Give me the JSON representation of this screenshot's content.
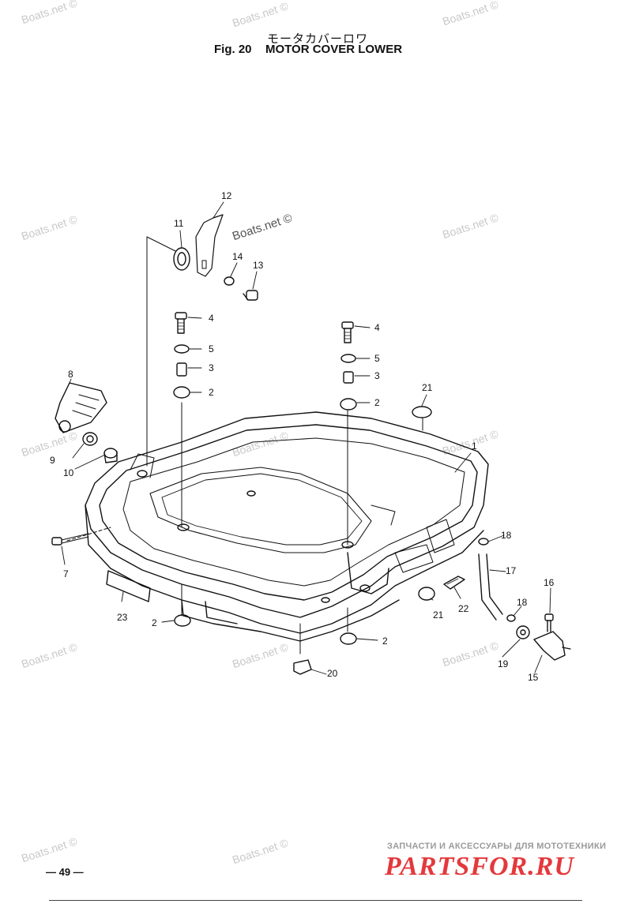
{
  "title": {
    "japanese": "モータカバーロワ",
    "fig": "Fig. 20",
    "name": "MOTOR COVER LOWER"
  },
  "watermark_text": "Boats.net ©",
  "page_number": "— 49 —",
  "brand": {
    "subtitle": "ЗАПЧАСТИ И АКСЕССУАРЫ ДЛЯ МОТОТЕХНИКИ",
    "name": "PARTSFOR.RU",
    "color": "#e4393c"
  },
  "callouts": [
    "1",
    "2",
    "2",
    "2",
    "2",
    "3",
    "3",
    "4",
    "4",
    "5",
    "5",
    "7",
    "8",
    "9",
    "10",
    "11",
    "12",
    "13",
    "14",
    "15",
    "16",
    "17",
    "18",
    "18",
    "19",
    "20",
    "21",
    "21",
    "22",
    "23"
  ]
}
